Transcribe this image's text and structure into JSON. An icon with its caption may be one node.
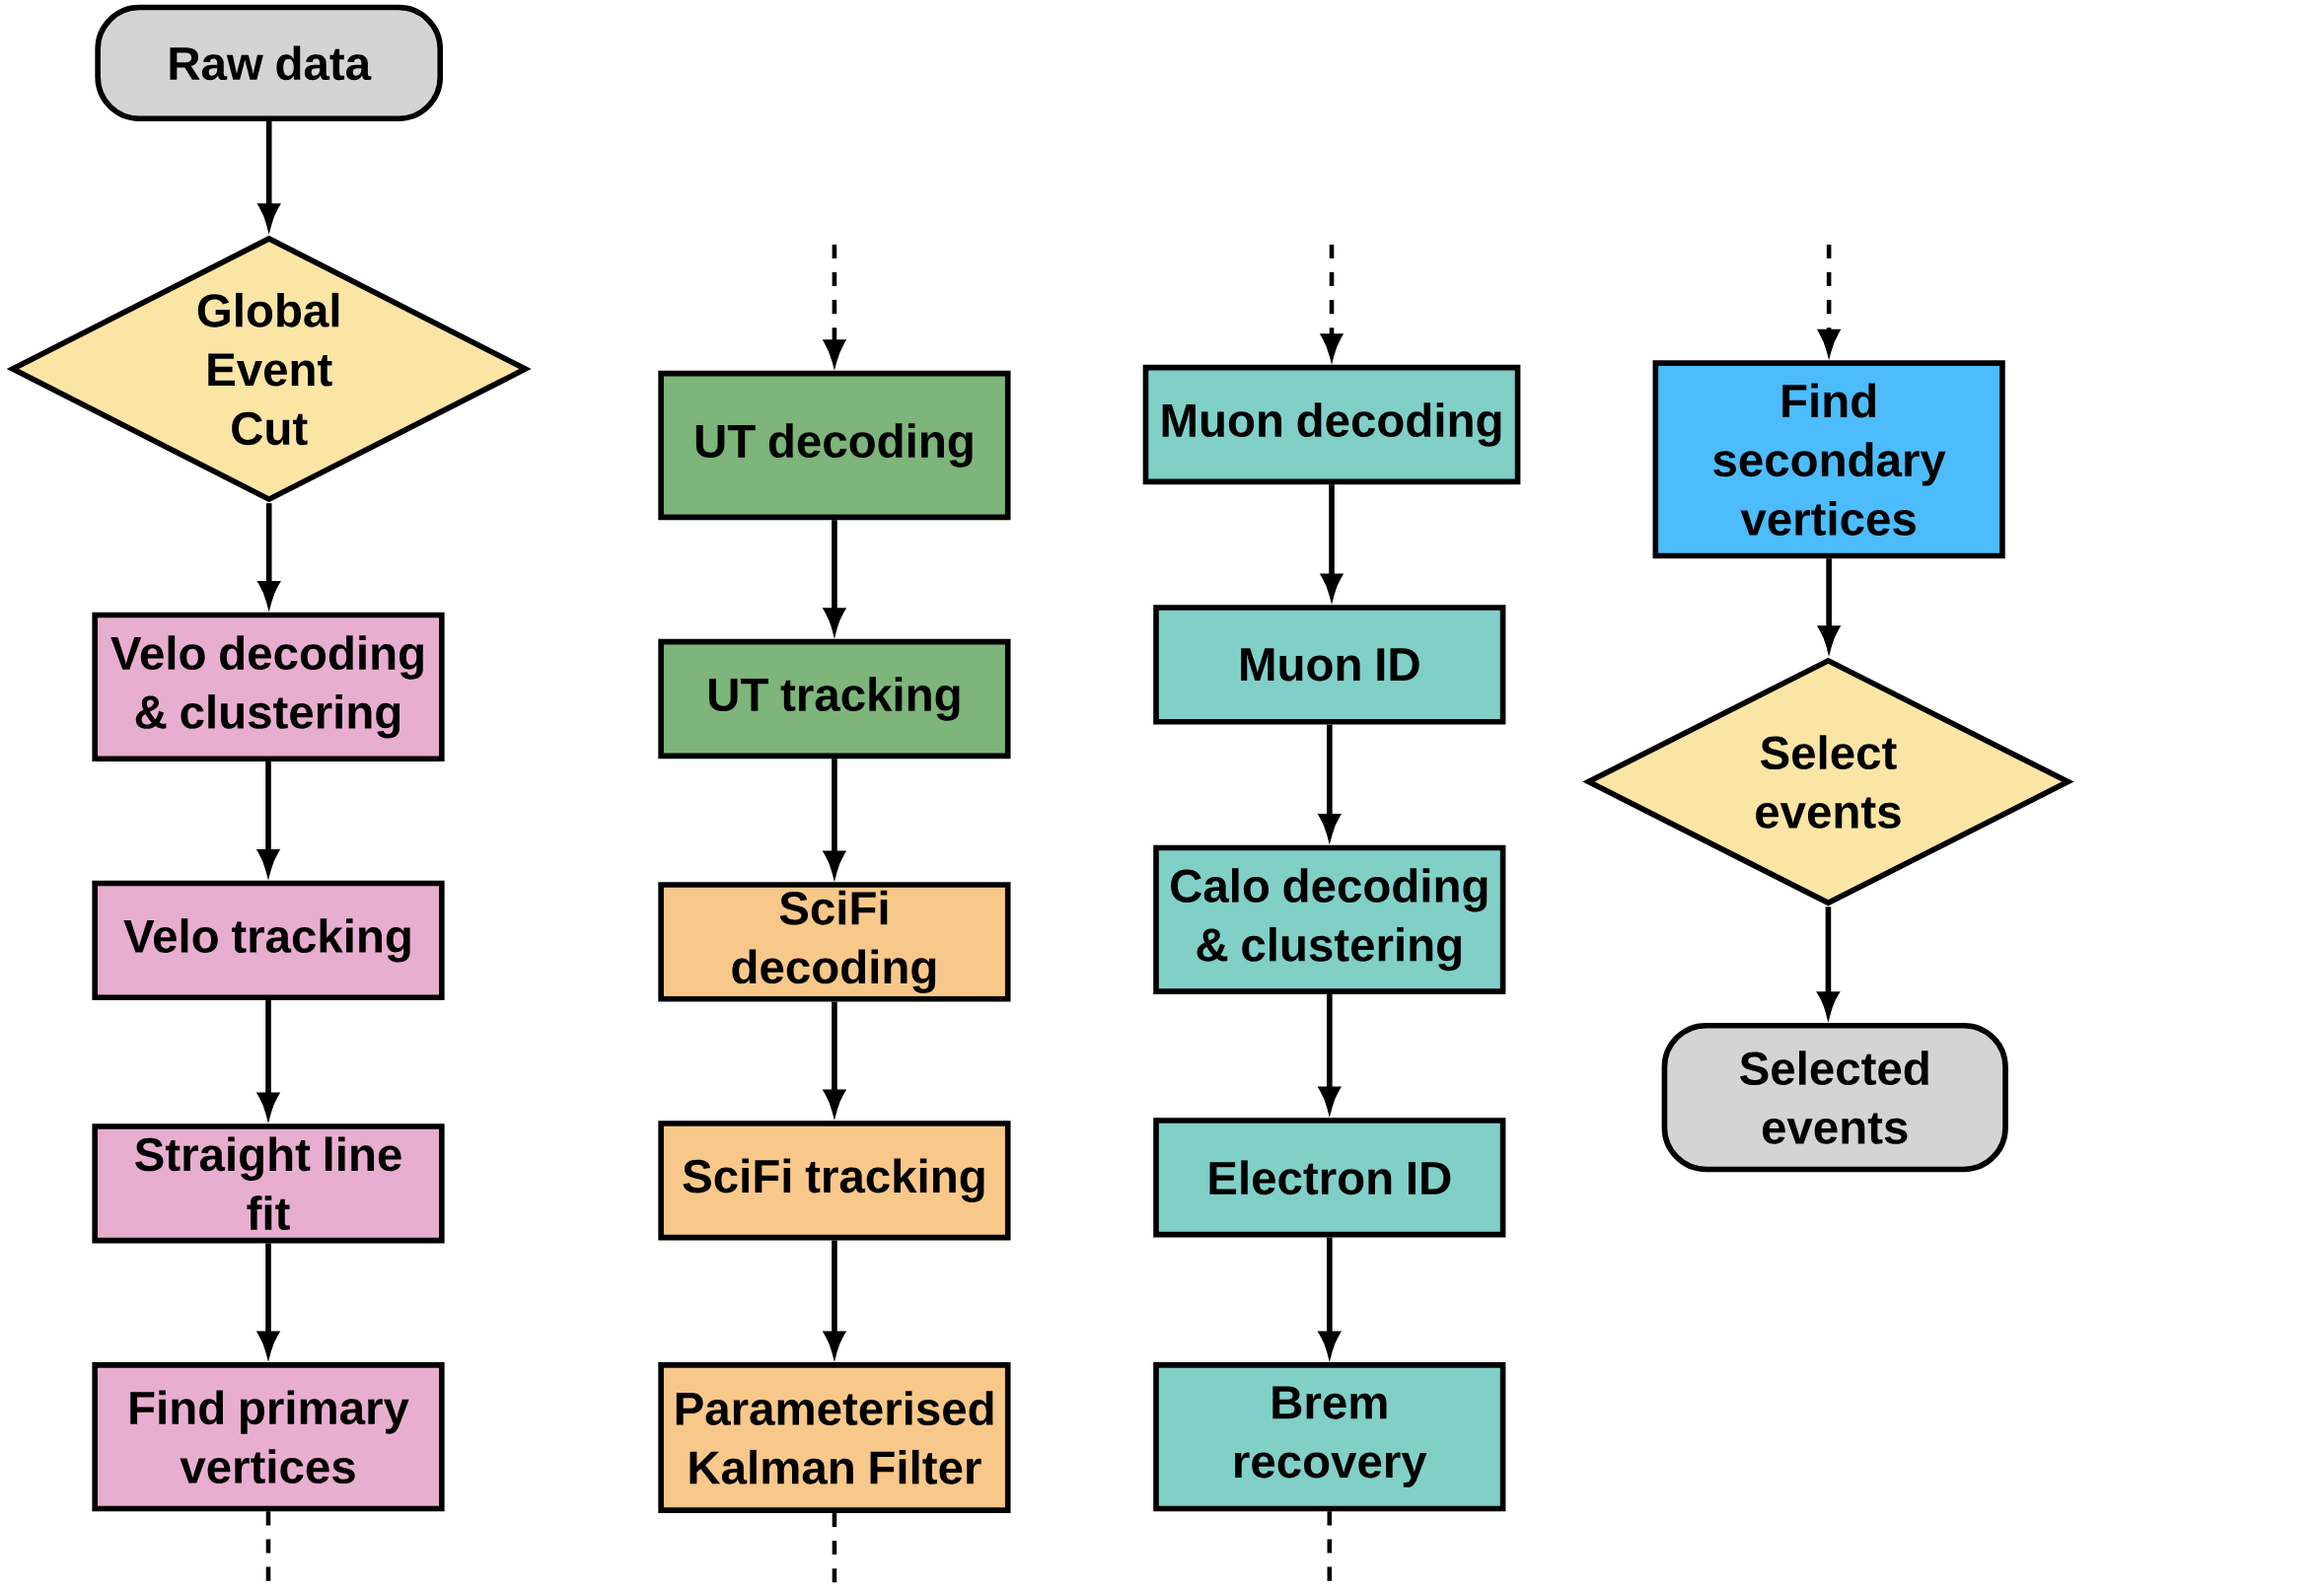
{
  "diagram": {
    "nodes": [
      {
        "text": [
          "Raw data"
        ]
      },
      {
        "text": [
          "Global Event Cut"
        ]
      },
      {
        "text": [
          "Velo decoding & clustering"
        ]
      },
      {
        "text": [
          "Velo tracking"
        ]
      },
      {
        "text": [
          "Straight line fit"
        ]
      },
      {
        "text": [
          "Find primary vertices"
        ]
      },
      {
        "text": [
          "UT decoding"
        ]
      },
      {
        "text": [
          "UT tracking"
        ]
      },
      {
        "text": [
          "SciFi decoding"
        ]
      },
      {
        "text": [
          "SciFi tracking"
        ]
      },
      {
        "text": [
          "Parameterised Kalman Filter"
        ]
      },
      {
        "text": [
          "Muon decoding"
        ]
      },
      {
        "text": [
          "Muon ID"
        ]
      },
      {
        "text": [
          "Calo decoding & clustering"
        ]
      },
      {
        "text": [
          "Electron ID"
        ]
      },
      {
        "text": [
          "Brem recovery"
        ]
      },
      {
        "text": [
          "Find secondary vertices"
        ]
      },
      {
        "text": [
          "Select events"
        ]
      },
      {
        "text": [
          "Selected events"
        ]
      }
    ],
    "edges": [
      {
        "from": 0,
        "to": 1,
        "arrow": "to"
      },
      {
        "from": 1,
        "to": 2,
        "arrow": "to"
      },
      {
        "from": 2,
        "to": 3,
        "arrow": "to"
      },
      {
        "from": 3,
        "to": 4,
        "arrow": "to"
      },
      {
        "from": 4,
        "to": 5,
        "arrow": "to"
      },
      {
        "from": 5,
        "to": null,
        "arrow": "none",
        "style": "dashed"
      },
      {
        "from": null,
        "to": 6,
        "arrow": "to",
        "style": "dashed"
      },
      {
        "from": 6,
        "to": 7,
        "arrow": "to"
      },
      {
        "from": 7,
        "to": 8,
        "arrow": "to"
      },
      {
        "from": 8,
        "to": 9,
        "arrow": "to"
      },
      {
        "from": 9,
        "to": 10,
        "arrow": "to"
      },
      {
        "from": 10,
        "to": null,
        "arrow": "none",
        "style": "dashed"
      },
      {
        "from": null,
        "to": 11,
        "arrow": "to",
        "style": "dashed"
      },
      {
        "from": 11,
        "to": 12,
        "arrow": "to"
      },
      {
        "from": 12,
        "to": 13,
        "arrow": "to"
      },
      {
        "from": 13,
        "to": 14,
        "arrow": "to"
      },
      {
        "from": 14,
        "to": 15,
        "arrow": "to"
      },
      {
        "from": 15,
        "to": null,
        "arrow": "none",
        "style": "dashed"
      },
      {
        "from": null,
        "to": 16,
        "arrow": "to",
        "style": "dashed"
      },
      {
        "from": 16,
        "to": 17,
        "arrow": "to"
      },
      {
        "from": 17,
        "to": 18,
        "arrow": "to"
      }
    ]
  }
}
